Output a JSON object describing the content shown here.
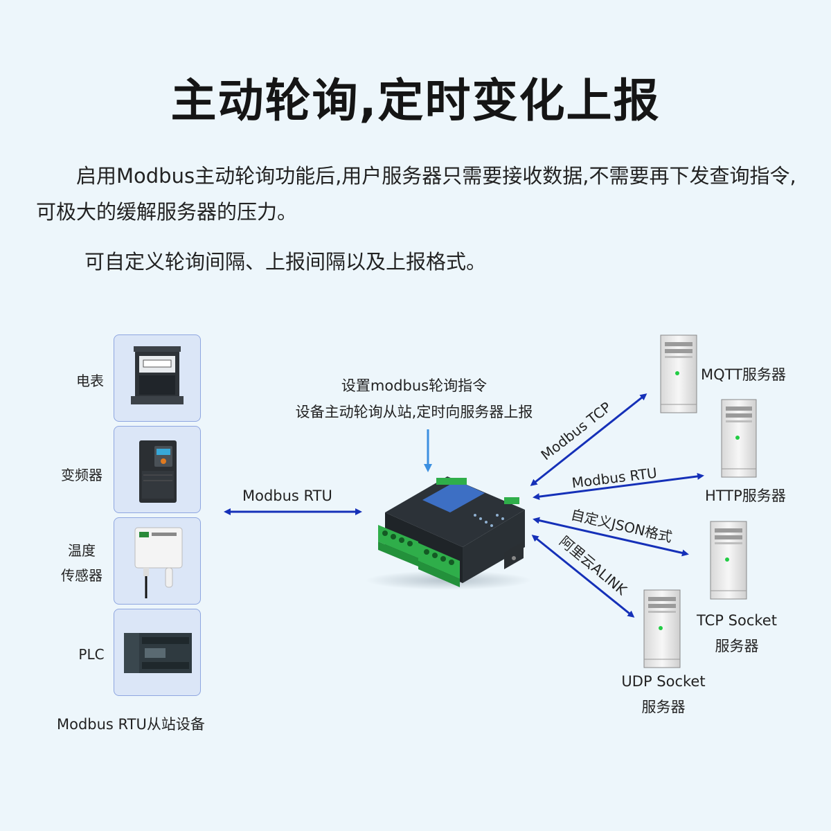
{
  "title": "主动轮询,定时变化上报",
  "paragraph1": "启用Modbus主动轮询功能后,用户服务器只需要接收数据,不需要再下发查询指令,可极大的缓解服务器的压力。",
  "paragraph2": "可自定义轮询间隔、上报间隔以及上报格式。",
  "devices": {
    "meter": "电表",
    "inverter": "变频器",
    "temp_line1": "温度",
    "temp_line2": "传感器",
    "plc": "PLC",
    "group_label": "Modbus  RTU从站设备"
  },
  "left_link_label": "Modbus  RTU",
  "gateway_note_line1": "设置modbus轮询指令",
  "gateway_note_line2": "设备主动轮询从站,定时向服务器上报",
  "links": {
    "tcp": "Modbus TCP",
    "rtu": "Modbus RTU",
    "json": "自定义JSON格式",
    "alink": "阿里云ALINK"
  },
  "servers": {
    "mqtt": "MQTT服务器",
    "http": "HTTP服务器",
    "tcp_line1": "TCP Socket",
    "tcp_line2": "服务器",
    "udp_line1": "UDP Socket",
    "udp_line2": "服务器"
  },
  "colors": {
    "background": "#edf6fb",
    "arrow": "#1530b8",
    "arrow_light": "#3b8fe0",
    "terminal": "#2fae4a",
    "server_led": "#22cc44"
  }
}
